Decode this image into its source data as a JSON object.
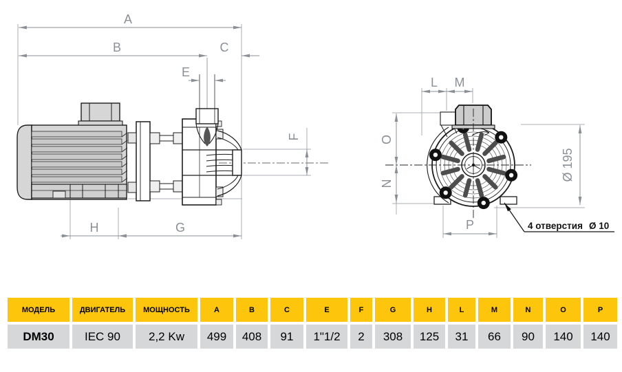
{
  "dims": {
    "A": "A",
    "B": "B",
    "C": "C",
    "E": "E",
    "F": "F",
    "G": "G",
    "H": "H",
    "L": "L",
    "M": "M",
    "N": "N",
    "O": "O",
    "P": "P",
    "diameter": "Ø 195",
    "holes_label": "4 отверстия",
    "holes_dia": "Ø 10"
  },
  "table": {
    "headers": [
      "МОДЕЛЬ",
      "ДВИГАТЕЛЬ",
      "МОЩНОСТЬ",
      "A",
      "B",
      "C",
      "E",
      "F",
      "G",
      "H",
      "L",
      "M",
      "N",
      "O",
      "P"
    ],
    "row": [
      "DM30",
      "IEC 90",
      "2,2 Kw",
      "499",
      "408",
      "91",
      "1\"1/2",
      "2",
      "308",
      "125",
      "31",
      "66",
      "90",
      "140",
      "140"
    ]
  },
  "colors": {
    "header_bg": "#fdc60d",
    "cell_bg": "#d5d7d8",
    "dimension": "#8a9096",
    "outline": "#1c1c1c"
  }
}
